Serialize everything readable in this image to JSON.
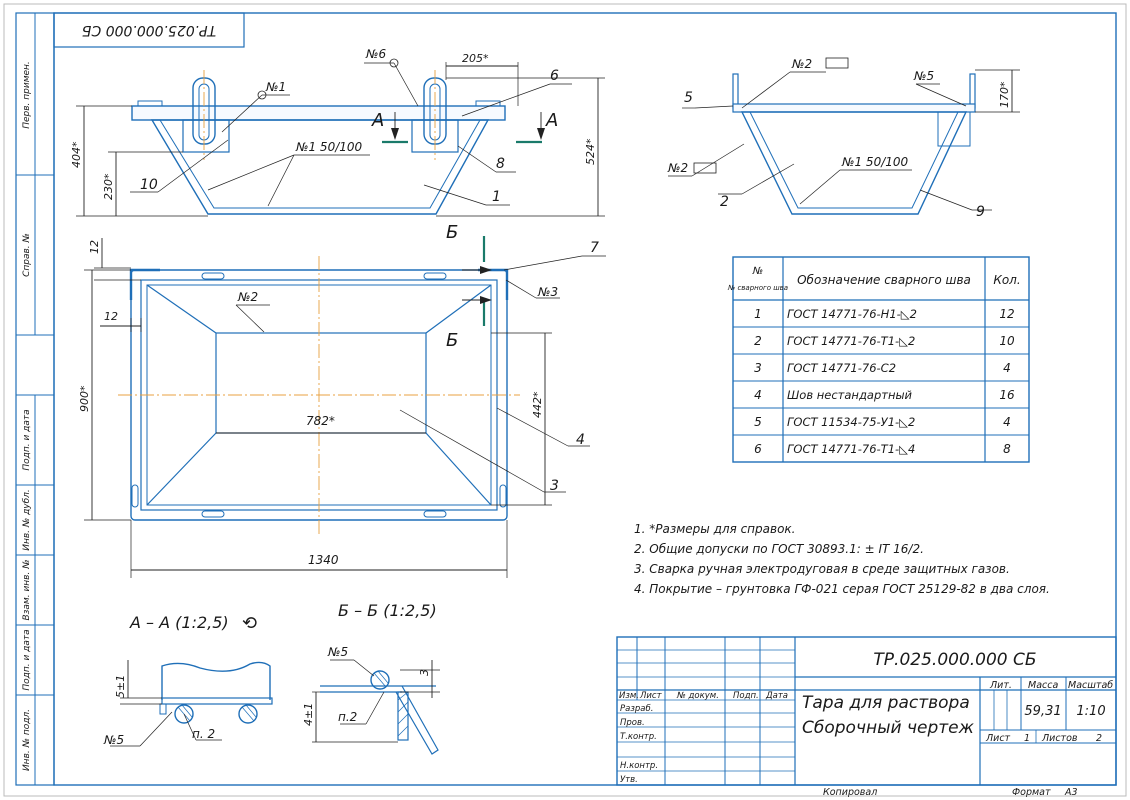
{
  "drawing": {
    "designation": "ТР.025.000.000 СБ",
    "designation_rotated": "ТР.025.000.000 СБ",
    "left_strip": [
      "Перв. примен.",
      "Справ. №",
      "Подп. и дата",
      "Инв. № дубл.",
      "Взам. инв. №",
      "Подп. и дата",
      "Инв. № подл."
    ],
    "title_line1": "Тара для раствора",
    "title_line2": "Сборочный чертеж",
    "head_cols": [
      "Изм.",
      "Лист",
      "№ докум.",
      "Подп.",
      "Дата"
    ],
    "roles": [
      "Разраб.",
      "Пров.",
      "Т.контр.",
      "",
      "Н.контр.",
      "Утв."
    ],
    "lit_label": "Лит.",
    "mass_label": "Масса",
    "scale_label": "Масштаб",
    "mass": "59,31",
    "scale": "1:10",
    "sheet_label": "Лист",
    "sheet_no": "1",
    "sheets_label": "Листов",
    "sheets_no": "2",
    "copied": "Копировал",
    "format_label": "Формат",
    "format": "А3"
  },
  "front_view": {
    "dims": {
      "d404": "404*",
      "d230": "230*",
      "d524": "524*",
      "d205": "205*"
    },
    "callouts": {
      "n1": "№1",
      "n6": "№6",
      "n1_weld": "№1 50/100",
      "p10": "10",
      "p6": "6",
      "p8": "8",
      "p1": "1"
    },
    "section_A": "А"
  },
  "side_view": {
    "dims": {
      "d170": "170*"
    },
    "callouts": {
      "n2a": "№2",
      "n2b": "№2",
      "n5": "№5",
      "n1_weld": "№1 50/100",
      "p5": "5",
      "p2": "2",
      "p9": "9"
    }
  },
  "plan_view": {
    "dims": {
      "d12a": "12",
      "d12b": "12",
      "d900": "900*",
      "d442": "442*",
      "d782": "782*",
      "d1340": "1340"
    },
    "callouts": {
      "n2": "№2",
      "n3": "№3",
      "p7": "7",
      "p4": "4",
      "p3": "3"
    },
    "section_B": "Б"
  },
  "weld_table": {
    "headers": [
      "№ сварного шва",
      "Обозначение сварного шва",
      "Кол."
    ],
    "rows": [
      {
        "no": "1",
        "name": "ГОСТ 14771-76-Н1-◺2",
        "qty": "12"
      },
      {
        "no": "2",
        "name": "ГОСТ 14771-76-Т1-◺2",
        "qty": "10"
      },
      {
        "no": "3",
        "name": "ГОСТ 14771-76-С2",
        "qty": "4"
      },
      {
        "no": "4",
        "name": "Шов нестандартный",
        "qty": "16"
      },
      {
        "no": "5",
        "name": "ГОСТ 11534-75-У1-◺2",
        "qty": "4"
      },
      {
        "no": "6",
        "name": "ГОСТ 14771-76-Т1-◺4",
        "qty": "8"
      }
    ]
  },
  "notes": [
    "1. *Размеры для справок.",
    "2. Общие допуски по ГОСТ 30893.1: ± IT 16/2.",
    "3. Сварка ручная электродуговая в среде защитных газов.",
    "4. Покрытие – грунтовка ГФ-021 серая ГОСТ 25129-82  в два слоя."
  ],
  "section_AA": {
    "title": "А – А (1:2,5)",
    "rot": "⟲",
    "d51": "5±1",
    "n5": "№5",
    "p2": "п. 2"
  },
  "section_BB": {
    "title": "Б – Б (1:2,5)",
    "n5": "№5",
    "d3": "3",
    "d41": "4±1",
    "p2": "п.2"
  }
}
